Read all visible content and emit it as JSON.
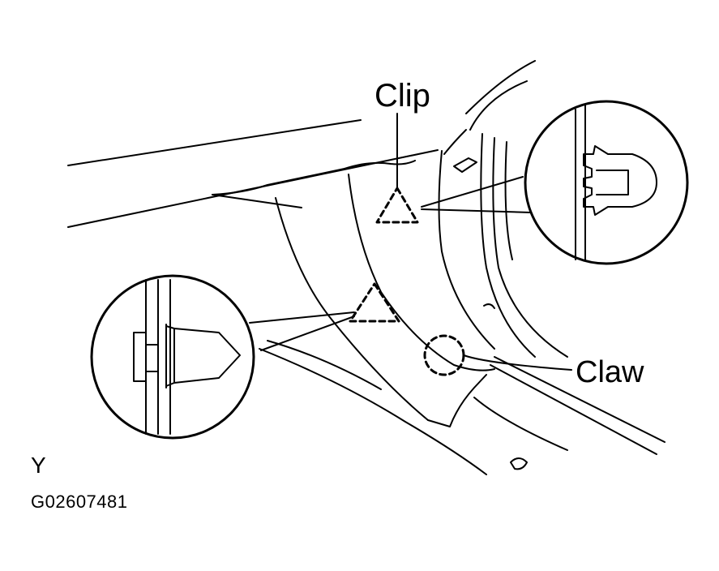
{
  "labels": {
    "clip": "Clip",
    "claw": "Claw",
    "view": "Y",
    "figure_code": "G02607481"
  },
  "colors": {
    "ink": "#000000",
    "paper": "#ffffff"
  }
}
